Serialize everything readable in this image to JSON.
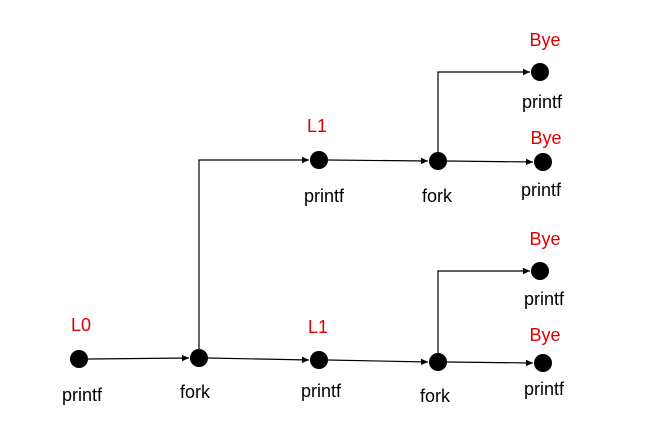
{
  "colors": {
    "node": "#000000",
    "edge": "#000000",
    "output_label": "#e00000",
    "call_label": "#000000"
  },
  "nodes": [
    {
      "id": "n0",
      "call": "printf",
      "output": "L0"
    },
    {
      "id": "n1",
      "call": "fork",
      "output": ""
    },
    {
      "id": "n2",
      "call": "printf",
      "output": "L1"
    },
    {
      "id": "n3",
      "call": "fork",
      "output": ""
    },
    {
      "id": "n4",
      "call": "printf",
      "output": "Bye"
    },
    {
      "id": "n5",
      "call": "printf",
      "output": "Bye"
    },
    {
      "id": "n6",
      "call": "printf",
      "output": "L1"
    },
    {
      "id": "n7",
      "call": "fork",
      "output": ""
    },
    {
      "id": "n8",
      "call": "printf",
      "output": "Bye"
    },
    {
      "id": "n9",
      "call": "printf",
      "output": "Bye"
    }
  ],
  "edges": [
    [
      "n0",
      "n1"
    ],
    [
      "n1",
      "n2"
    ],
    [
      "n2",
      "n3"
    ],
    [
      "n3",
      "n4"
    ],
    [
      "n3",
      "n5"
    ],
    [
      "n1",
      "n6"
    ],
    [
      "n6",
      "n7"
    ],
    [
      "n7",
      "n8"
    ],
    [
      "n7",
      "n9"
    ]
  ]
}
